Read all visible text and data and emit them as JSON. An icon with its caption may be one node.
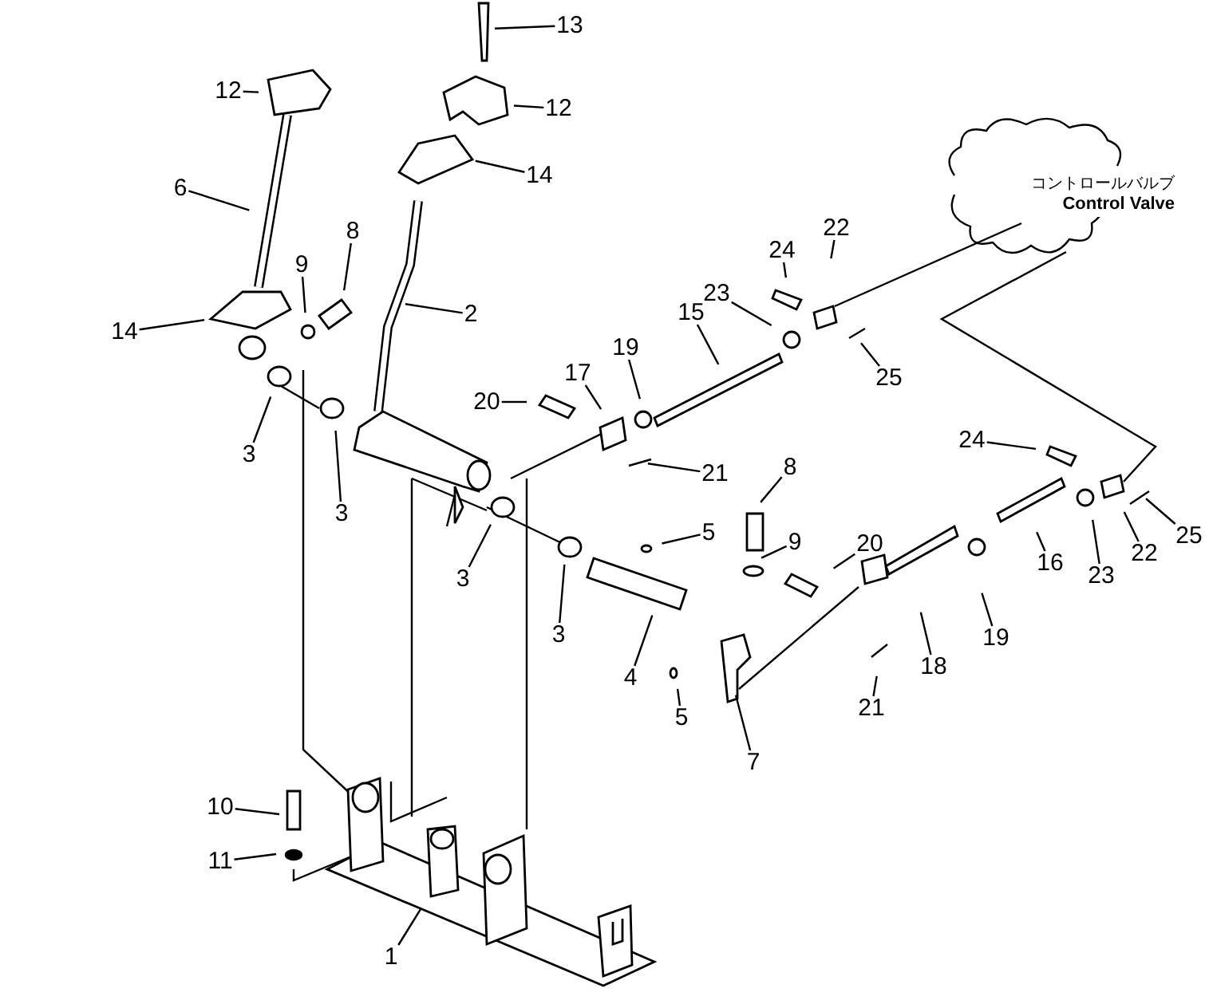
{
  "diagram": {
    "nodes": [
      {
        "text": [
          "13"
        ]
      },
      {
        "text": [
          "12"
        ]
      },
      {
        "text": [
          "12"
        ]
      },
      {
        "text": [
          "コントロールバルブ",
          "Control Valve"
        ]
      },
      {
        "text": [
          "14"
        ]
      },
      {
        "text": [
          "6"
        ]
      },
      {
        "text": [
          "8"
        ]
      },
      {
        "text": [
          "22"
        ]
      },
      {
        "text": [
          "24"
        ]
      },
      {
        "text": [
          "9"
        ]
      },
      {
        "text": [
          "23"
        ]
      },
      {
        "text": [
          "15"
        ]
      },
      {
        "text": [
          "2"
        ]
      },
      {
        "text": [
          "14"
        ]
      },
      {
        "text": [
          "19"
        ]
      },
      {
        "text": [
          "17"
        ]
      },
      {
        "text": [
          "25"
        ]
      },
      {
        "text": [
          "20"
        ]
      },
      {
        "text": [
          "24"
        ]
      },
      {
        "text": [
          "3"
        ]
      },
      {
        "text": [
          "8"
        ]
      },
      {
        "text": [
          "21"
        ]
      },
      {
        "text": [
          "3"
        ]
      },
      {
        "text": [
          "5"
        ]
      },
      {
        "text": [
          "25"
        ]
      },
      {
        "text": [
          "9"
        ]
      },
      {
        "text": [
          "20"
        ]
      },
      {
        "text": [
          "22"
        ]
      },
      {
        "text": [
          "16"
        ]
      },
      {
        "text": [
          "23"
        ]
      },
      {
        "text": [
          "3"
        ]
      },
      {
        "text": [
          "3"
        ]
      },
      {
        "text": [
          "19"
        ]
      },
      {
        "text": [
          "18"
        ]
      },
      {
        "text": [
          "4"
        ]
      },
      {
        "text": [
          "21"
        ]
      },
      {
        "text": [
          "5"
        ]
      },
      {
        "text": [
          "7"
        ]
      },
      {
        "text": [
          "10"
        ]
      },
      {
        "text": [
          "11"
        ]
      },
      {
        "text": [
          "1"
        ]
      }
    ],
    "edges": [
      {
        "from": 0,
        "to": null,
        "arrow": "none"
      },
      {
        "from": 1,
        "to": null,
        "arrow": "none"
      },
      {
        "from": 2,
        "to": null,
        "arrow": "none"
      },
      {
        "from": 4,
        "to": null,
        "arrow": "none"
      },
      {
        "from": 5,
        "to": null,
        "arrow": "none"
      },
      {
        "from": 6,
        "to": null,
        "arrow": "none"
      },
      {
        "from": 7,
        "to": null,
        "arrow": "none"
      },
      {
        "from": 8,
        "to": null,
        "arrow": "none"
      },
      {
        "from": 9,
        "to": null,
        "arrow": "none"
      },
      {
        "from": 10,
        "to": null,
        "arrow": "none"
      },
      {
        "from": 11,
        "to": null,
        "arrow": "none"
      },
      {
        "from": 12,
        "to": null,
        "arrow": "none"
      },
      {
        "from": 13,
        "to": null,
        "arrow": "none"
      },
      {
        "from": 14,
        "to": null,
        "arrow": "none"
      },
      {
        "from": 15,
        "to": null,
        "arrow": "none"
      },
      {
        "from": 16,
        "to": null,
        "arrow": "none"
      },
      {
        "from": 17,
        "to": null,
        "arrow": "none"
      },
      {
        "from": 18,
        "to": null,
        "arrow": "none"
      },
      {
        "from": 19,
        "to": null,
        "arrow": "none"
      },
      {
        "from": 20,
        "to": null,
        "arrow": "none"
      },
      {
        "from": 21,
        "to": null,
        "arrow": "none"
      },
      {
        "from": 22,
        "to": null,
        "arrow": "none"
      },
      {
        "from": 23,
        "to": null,
        "arrow": "none"
      },
      {
        "from": 24,
        "to": null,
        "arrow": "none"
      },
      {
        "from": 25,
        "to": null,
        "arrow": "none"
      },
      {
        "from": 26,
        "to": null,
        "arrow": "none"
      },
      {
        "from": 27,
        "to": null,
        "arrow": "none"
      },
      {
        "from": 28,
        "to": null,
        "arrow": "none"
      },
      {
        "from": 29,
        "to": null,
        "arrow": "none"
      },
      {
        "from": 30,
        "to": null,
        "arrow": "none"
      },
      {
        "from": 31,
        "to": null,
        "arrow": "none"
      },
      {
        "from": 32,
        "to": null,
        "arrow": "none"
      },
      {
        "from": 33,
        "to": null,
        "arrow": "none"
      },
      {
        "from": 34,
        "to": null,
        "arrow": "none"
      },
      {
        "from": 35,
        "to": null,
        "arrow": "none"
      },
      {
        "from": 36,
        "to": null,
        "arrow": "none"
      },
      {
        "from": 37,
        "to": null,
        "arrow": "none"
      },
      {
        "from": 38,
        "to": null,
        "arrow": "none"
      },
      {
        "from": 39,
        "to": null,
        "arrow": "none"
      },
      {
        "from": 40,
        "to": null,
        "arrow": "none"
      }
    ]
  }
}
